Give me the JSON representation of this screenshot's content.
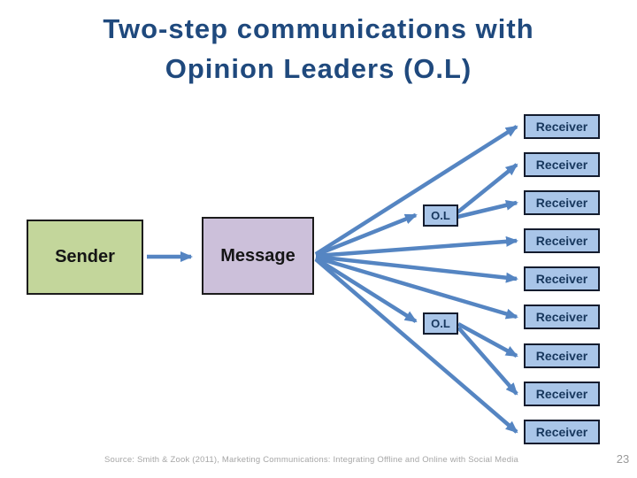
{
  "slide": {
    "title": {
      "line1": "Two-step communications with",
      "line2": "Opinion Leaders (O.L)"
    },
    "footer": {
      "source": "Source: Smith & Zook (2011), Marketing Communications: Integrating Offline and Online with Social Media",
      "page_number": "23"
    }
  },
  "diagram": {
    "sender": {
      "label": "Sender"
    },
    "message": {
      "label": "Message"
    },
    "opinion_leaders": [
      {
        "id": "ol-top",
        "label": "O.L"
      },
      {
        "id": "ol-bottom",
        "label": "O.L"
      }
    ],
    "receivers": [
      {
        "label": "Receiver"
      },
      {
        "label": "Receiver"
      },
      {
        "label": "Receiver"
      },
      {
        "label": "Receiver"
      },
      {
        "label": "Receiver"
      },
      {
        "label": "Receiver"
      },
      {
        "label": "Receiver"
      },
      {
        "label": "Receiver"
      },
      {
        "label": "Receiver"
      }
    ],
    "connections": [
      {
        "from": "sender",
        "to": "message"
      },
      {
        "from": "message",
        "to": "receiver-1"
      },
      {
        "from": "message",
        "to": "ol-top"
      },
      {
        "from": "ol-top",
        "to": "receiver-2"
      },
      {
        "from": "ol-top",
        "to": "receiver-3"
      },
      {
        "from": "message",
        "to": "receiver-4"
      },
      {
        "from": "message",
        "to": "receiver-5"
      },
      {
        "from": "message",
        "to": "receiver-6"
      },
      {
        "from": "message",
        "to": "ol-bottom"
      },
      {
        "from": "ol-bottom",
        "to": "receiver-7"
      },
      {
        "from": "ol-bottom",
        "to": "receiver-8"
      },
      {
        "from": "message",
        "to": "receiver-9"
      }
    ]
  },
  "colors": {
    "title_text": "#1F497D",
    "sender_fill": "#C3D69B",
    "message_fill": "#CCC0DA",
    "receiver_fill": "#A9C5E8",
    "box_border": "#141C2E",
    "box_text_dark": "#17375D",
    "arrow": "#5585C2",
    "footer_text": "#A6A6A6"
  }
}
